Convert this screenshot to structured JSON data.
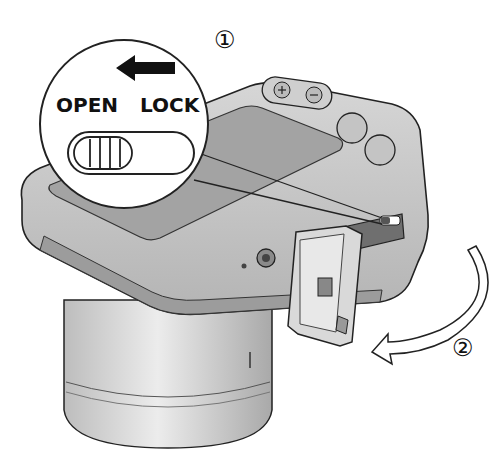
{
  "diagram": {
    "labels": [
      "①",
      "OPEN",
      "LOCK",
      "②"
    ]
  }
}
